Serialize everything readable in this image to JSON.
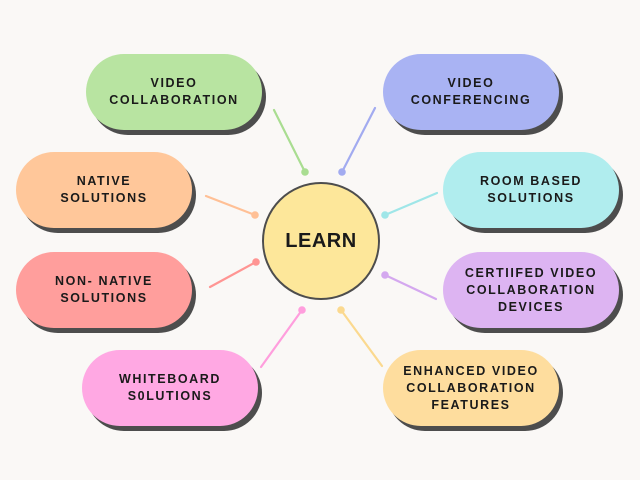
{
  "center": {
    "label": "LEARN",
    "color": "#fde79a"
  },
  "nodes": [
    {
      "label": "VIDEO\nCOLLABORATION",
      "color": "#b8e4a1",
      "line": "#a9dd91"
    },
    {
      "label": "VIDEO\nCONFERENCING",
      "color": "#a9b3f3",
      "line": "#a2abf0"
    },
    {
      "label": "NATIVE\nSOLUTIONS",
      "color": "#ffc79a",
      "line": "#ffc096"
    },
    {
      "label": "ROOM BASED\nSOLUTIONS",
      "color": "#b0edee",
      "line": "#9fe6e8"
    },
    {
      "label": "NON- NATIVE\nSOLUTIONS",
      "color": "#ff9e9c",
      "line": "#ff9593"
    },
    {
      "label": "CERTIIFED VIDEO\nCOLLABORATION\nDEVICES",
      "color": "#ddb4f2",
      "line": "#d4a8ef"
    },
    {
      "label": "WHITEBOARD\nS0LUTIONS",
      "color": "#ffa8e3",
      "line": "#ff9edd"
    },
    {
      "label": "ENHANCED VIDEO\nCOLLABORATION\nFEATURES",
      "color": "#fedd9e",
      "line": "#fbd98f"
    }
  ]
}
